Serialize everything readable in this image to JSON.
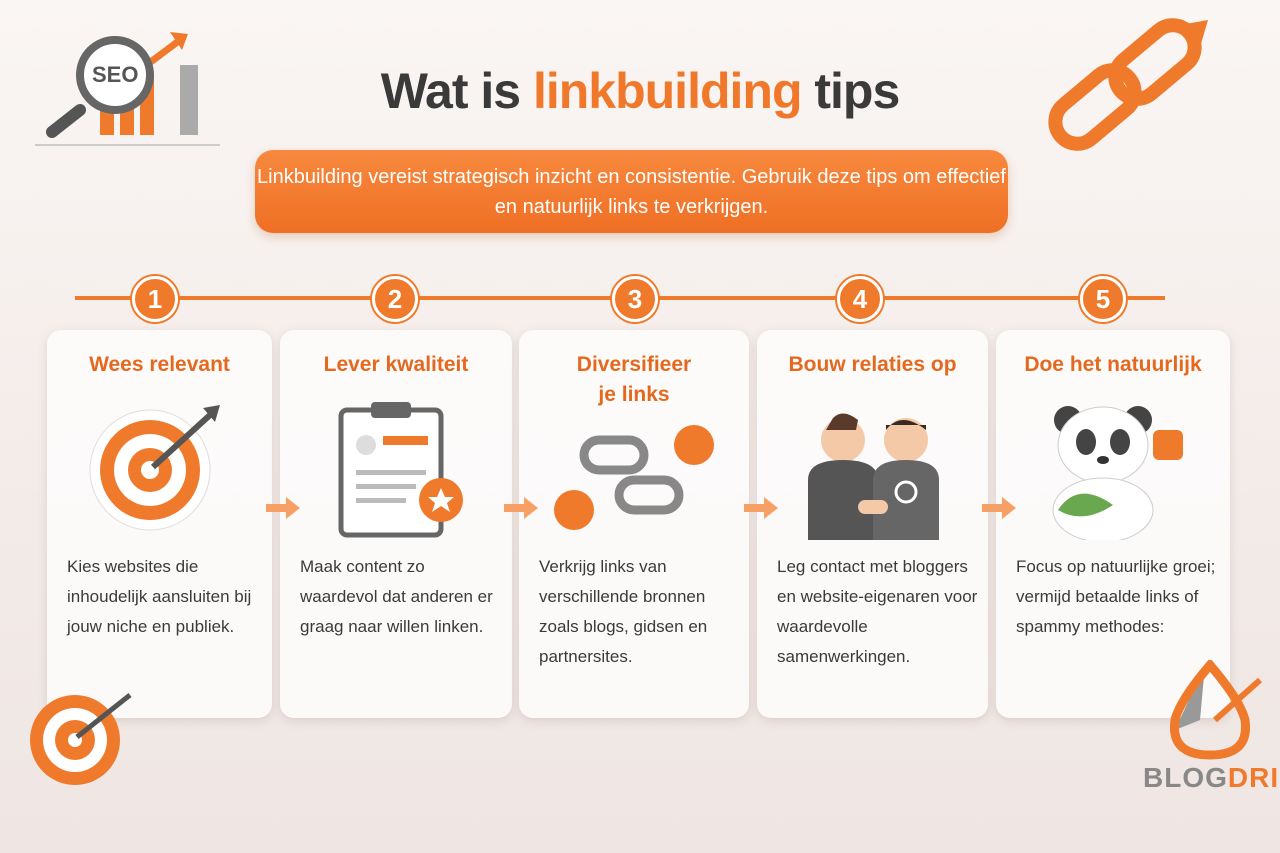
{
  "header": {
    "title_part1": "Wat is ",
    "title_highlight": "linkbuilding",
    "title_part2": " tips",
    "intro": "Linkbuilding vereist strategisch inzicht en consistentie. Gebruik deze tips om effectief en natuurlijk links te verkrijgen."
  },
  "decor": {
    "seo_badge": "SEO",
    "logo_part1": "BLOG",
    "logo_part2": "DRIP"
  },
  "colors": {
    "accent": "#f07a2c",
    "title": "#3a3a3a"
  },
  "steps": [
    {
      "number": "1",
      "title": "Wees relevant",
      "text": "Kies websites die inhoudelijk aansluiten bij jouw niche en publiek.",
      "icon": "target-icon"
    },
    {
      "number": "2",
      "title": "Lever kwaliteit",
      "text": "Maak content zo waardevol dat anderen er graag naar willen linken.",
      "icon": "clipboard-award-icon"
    },
    {
      "number": "3",
      "title": "Diversifieer je links",
      "text": "Verkrijg links van verschillende bronnen zoals blogs, gidsen en partnersites.",
      "icon": "chain-links-icon"
    },
    {
      "number": "4",
      "title": "Bouw relaties op",
      "text": "Leg contact met bloggers en website-eigenaren voor waardevolle samenwerkingen.",
      "icon": "handshake-icon"
    },
    {
      "number": "5",
      "title": "Doe het natuurlijk",
      "text": "Focus op natuurlijke groei; vermijd betaalde links of spammy methodes:",
      "icon": "panda-icon"
    }
  ]
}
